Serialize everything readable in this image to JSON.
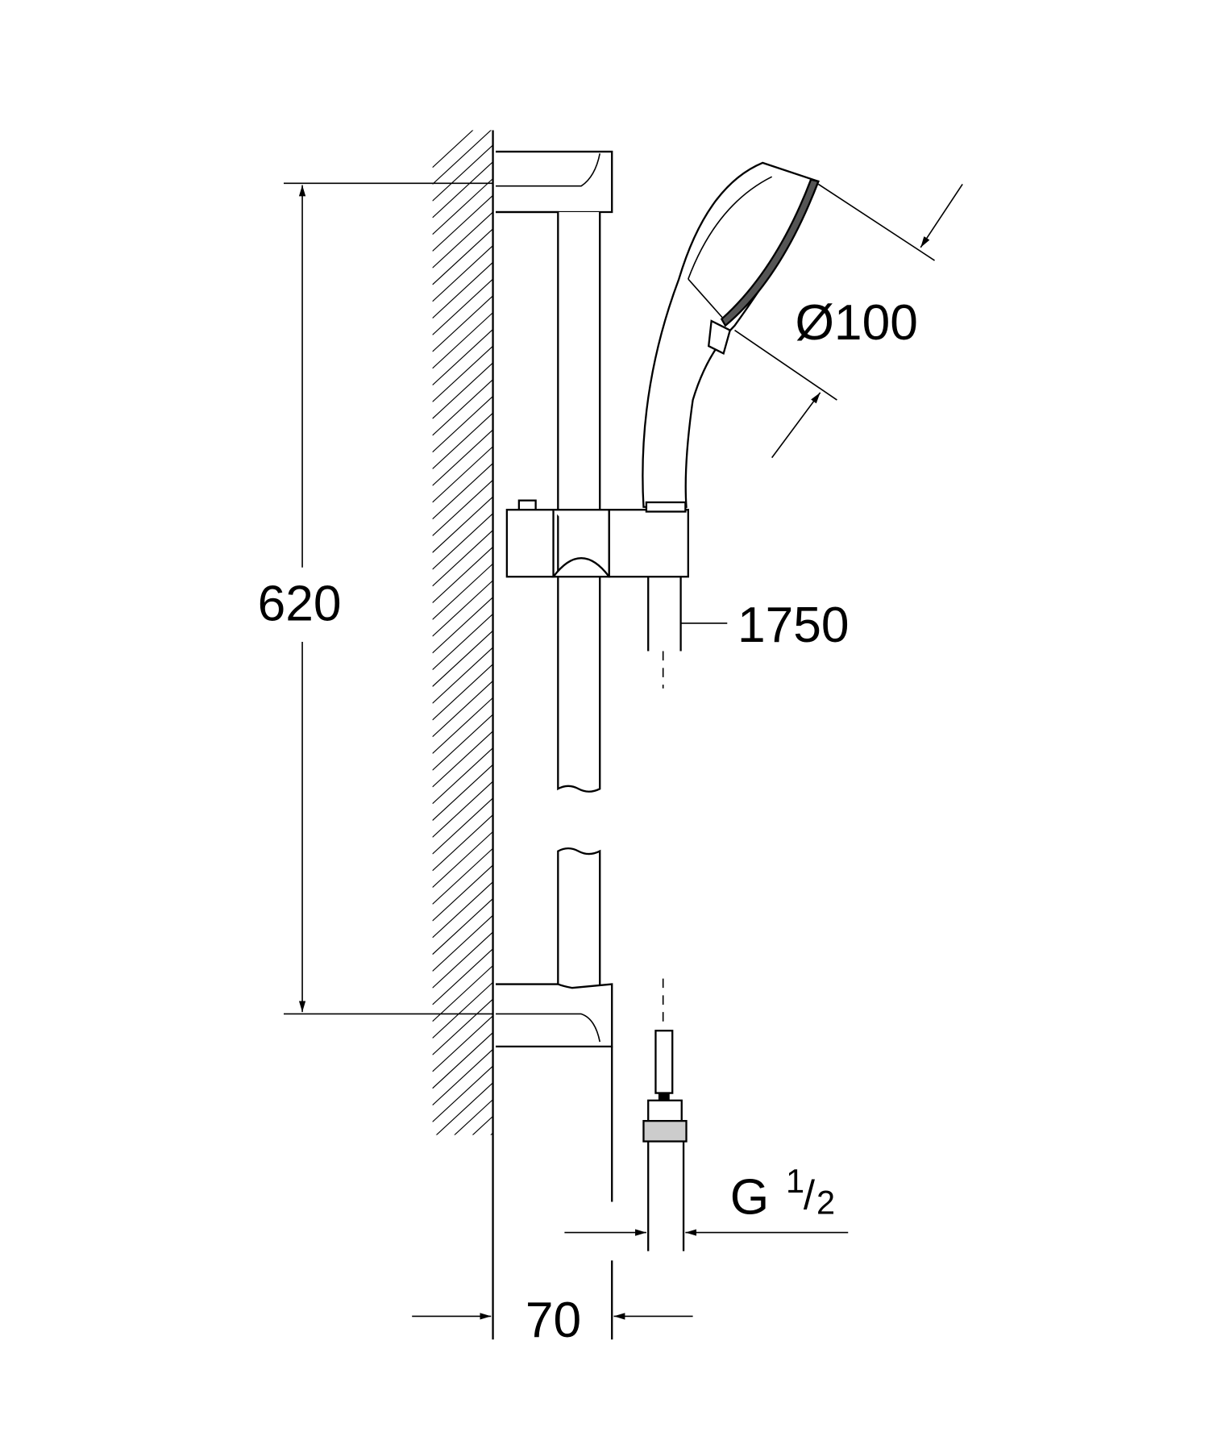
{
  "title": "Shower rail set dimension drawing",
  "dimensions": {
    "rail_length": "620",
    "wall_offset": "70",
    "hose_length": "1750",
    "head_diameter": "Ø100",
    "thread_main": "G",
    "thread_num": "1",
    "thread_den": "2"
  },
  "colors": {
    "line": "#000000",
    "background": "#ffffff"
  }
}
